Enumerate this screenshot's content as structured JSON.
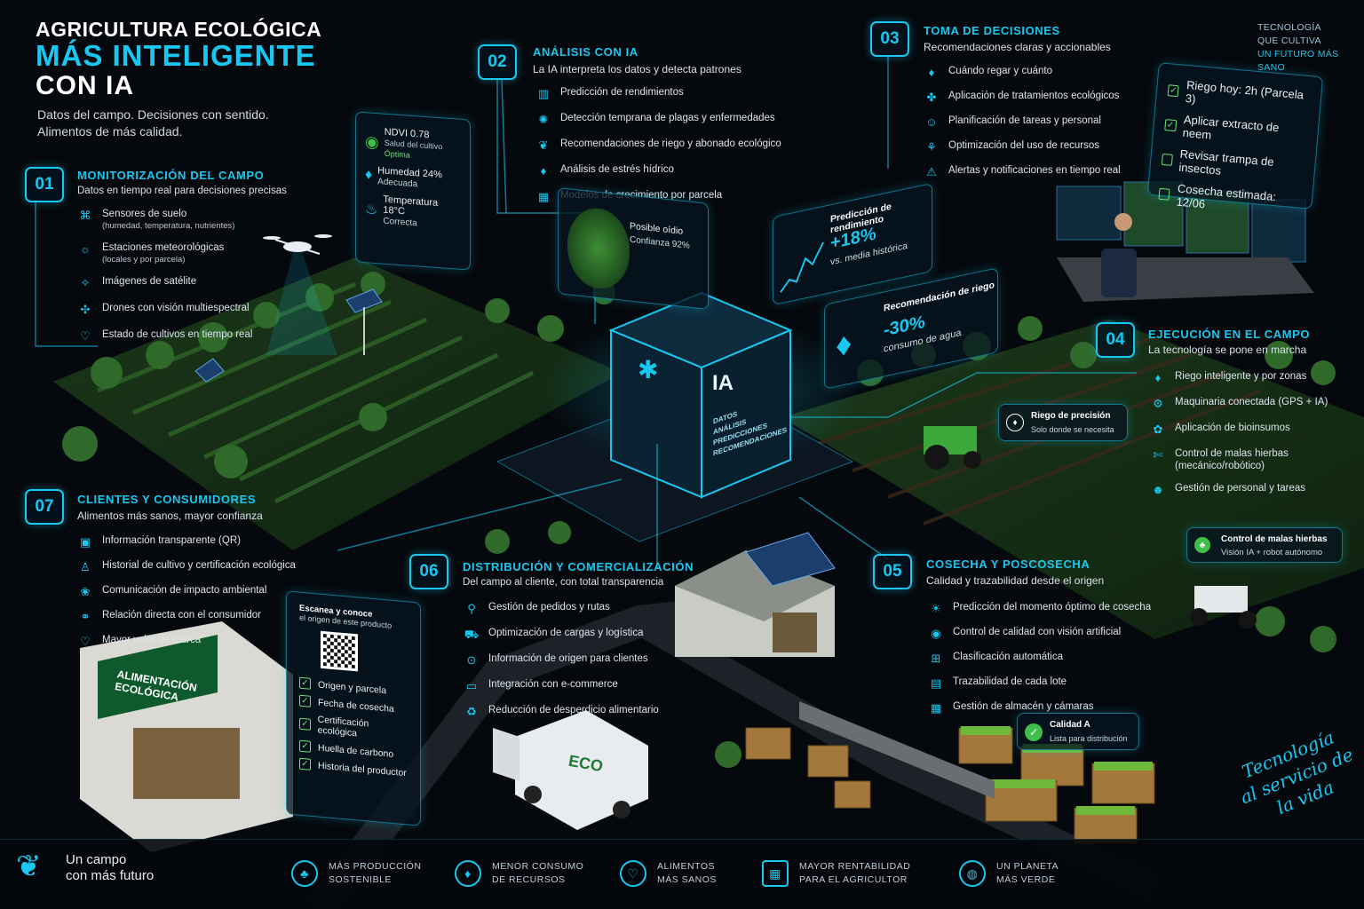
{
  "header": {
    "title_line1": "AGRICULTURA ECOLÓGICA",
    "title_line2": "MÁS INTELIGENTE",
    "title_line3": "CON IA",
    "subtitle_line1": "Datos del campo. Decisiones con sentido.",
    "subtitle_line2": "Alimentos de más calidad."
  },
  "tagline_top_right": {
    "line1": "TECNOLOGÍA",
    "line2": "QUE CULTIVA",
    "line3": "UN FUTURO MÁS SANO"
  },
  "sections": {
    "s01": {
      "number": "01",
      "title": "MONITORIZACIÓN DEL CAMPO",
      "subtitle": "Datos en tiempo real para decisiones precisas",
      "items": [
        {
          "label": "Sensores de suelo",
          "sub": "(humedad, temperatura, nutrientes)",
          "icon": "soil-sensor-icon"
        },
        {
          "label": "Estaciones meteorológicas",
          "sub": "(locales y por parcela)",
          "icon": "weather-icon"
        },
        {
          "label": "Imágenes de satélite",
          "sub": "",
          "icon": "satellite-icon"
        },
        {
          "label": "Drones con visión multiespectral",
          "sub": "",
          "icon": "drone-icon"
        },
        {
          "label": "Estado de cultivos en tiempo real",
          "sub": "",
          "icon": "crop-health-icon"
        }
      ]
    },
    "s02": {
      "number": "02",
      "title": "ANÁLISIS CON IA",
      "subtitle": "La IA interpreta los datos y detecta patrones",
      "items": [
        {
          "label": "Predicción de rendimientos",
          "icon": "chart-icon"
        },
        {
          "label": "Detección temprana de plagas y enfermedades",
          "icon": "bug-icon"
        },
        {
          "label": "Recomendaciones de riego y abonado ecológico",
          "icon": "sprout-icon"
        },
        {
          "label": "Análisis de estrés hídrico",
          "icon": "drop-icon"
        },
        {
          "label": "Modelos de crecimiento por parcela",
          "icon": "growth-icon"
        }
      ]
    },
    "s03": {
      "number": "03",
      "title": "TOMA DE DECISIONES",
      "subtitle": "Recomendaciones claras y accionables",
      "items": [
        {
          "label": "Cuándo regar y cuánto",
          "icon": "water-icon"
        },
        {
          "label": "Aplicación de tratamientos ecológicos",
          "icon": "treatment-icon"
        },
        {
          "label": "Planificación de tareas y personal",
          "icon": "people-icon"
        },
        {
          "label": "Optimización del uso de recursos",
          "icon": "resources-icon"
        },
        {
          "label": "Alertas y notificaciones en tiempo real",
          "icon": "alert-icon"
        }
      ]
    },
    "s04": {
      "number": "04",
      "title": "EJECUCIÓN EN EL CAMPO",
      "subtitle": "La tecnología se pone en marcha",
      "items": [
        {
          "label": "Riego inteligente y por zonas",
          "sub": "",
          "icon": "irrigation-icon"
        },
        {
          "label": "Maquinaria conectada (GPS + IA)",
          "sub": "",
          "icon": "tractor-icon"
        },
        {
          "label": "Aplicación de bioinsumos",
          "sub": "",
          "icon": "bio-icon"
        },
        {
          "label": "Control de malas hierbas",
          "sub": "(mecánico/robótico)",
          "icon": "weed-icon"
        },
        {
          "label": "Gestión de personal y tareas",
          "sub": "",
          "icon": "team-icon"
        }
      ]
    },
    "s05": {
      "number": "05",
      "title": "COSECHA Y POSCOSECHA",
      "subtitle": "Calidad y trazabilidad desde el origen",
      "items": [
        {
          "label": "Predicción del momento óptimo de cosecha",
          "icon": "sun-icon"
        },
        {
          "label": "Control de calidad con visión artificial",
          "icon": "vision-icon"
        },
        {
          "label": "Clasificación automática",
          "icon": "sort-icon"
        },
        {
          "label": "Trazabilidad de cada lote",
          "icon": "trace-icon"
        },
        {
          "label": "Gestión de almacén y cámaras",
          "icon": "warehouse-icon"
        }
      ]
    },
    "s06": {
      "number": "06",
      "title": "DISTRIBUCIÓN Y COMERCIALIZACIÓN",
      "subtitle": "Del campo al cliente, con total transparencia",
      "items": [
        {
          "label": "Gestión de pedidos y rutas",
          "icon": "route-icon"
        },
        {
          "label": "Optimización de cargas y logística",
          "icon": "truck-icon"
        },
        {
          "label": "Información de origen para clientes",
          "icon": "pin-icon"
        },
        {
          "label": "Integración con e-commerce",
          "icon": "ecommerce-icon"
        },
        {
          "label": "Reducción de desperdicio alimentario",
          "icon": "recycle-icon"
        }
      ]
    },
    "s07": {
      "number": "07",
      "title": "CLIENTES Y CONSUMIDORES",
      "subtitle": "Alimentos más sanos, mayor confianza",
      "items": [
        {
          "label": "Información transparente (QR)",
          "icon": "qr-icon"
        },
        {
          "label": "Historial de cultivo y certificación ecológica",
          "icon": "certificate-icon"
        },
        {
          "label": "Comunicación de impacto ambiental",
          "icon": "impact-icon"
        },
        {
          "label": "Relación directa con el consumidor",
          "icon": "handshake-icon"
        },
        {
          "label": "Mayor valor de marca",
          "icon": "heart-icon"
        }
      ]
    }
  },
  "sensor_panel": {
    "ndvi_label": "NDVI 0.78",
    "ndvi_sub": "Salud del cultivo",
    "ndvi_status": "Óptima",
    "humidity_label": "Humedad 24%",
    "humidity_status": "Adecuada",
    "temperature_label": "Temperatura 18°C",
    "temperature_status": "Correcta"
  },
  "disease_panel": {
    "title": "Posible oídio",
    "confidence": "Confianza 92%"
  },
  "yield_panel": {
    "title": "Predicción de rendimiento",
    "value": "+18%",
    "sub": "vs. media histórica"
  },
  "water_panel": {
    "title": "Recomendación de riego",
    "value": "-30%",
    "sub": "consumo de agua"
  },
  "ai_cube": {
    "label": "IA",
    "lines": [
      "DATOS",
      "ANÁLISIS",
      "PREDICCIONES",
      "RECOMENDACIONES"
    ]
  },
  "task_panel": {
    "tasks": [
      {
        "label": "Riego hoy: 2h (Parcela 3)",
        "checked": true
      },
      {
        "label": "Aplicar extracto de neem",
        "checked": true
      },
      {
        "label": "Revisar trampa de insectos",
        "checked": false
      },
      {
        "label": "Cosecha estimada: 12/06",
        "checked": false
      }
    ]
  },
  "precision_irrigation": {
    "title": "Riego de precisión",
    "sub": "Solo donde se necesita"
  },
  "weed_control": {
    "title": "Control de malas hierbas",
    "sub": "Visión IA + robot autónomo"
  },
  "quality_badge": {
    "title": "Calidad A",
    "sub": "Lista para distribución"
  },
  "store": {
    "sign_line1": "ALIMENTACIÓN",
    "sign_line2": "ECOLÓGICA"
  },
  "truck": {
    "label": "ECO"
  },
  "qr_panel": {
    "title": "Escanea y conoce",
    "sub": "el origen de este producto",
    "items": [
      "Origen y parcela",
      "Fecha de cosecha",
      "Certificación ecológica",
      "Huella de carbono",
      "Historia del productor"
    ]
  },
  "footer": {
    "tagline_line1": "Un campo",
    "tagline_line2": "con más futuro",
    "benefits": [
      {
        "line1": "MÁS PRODUCCIÓN",
        "line2": "SOSTENIBLE",
        "icon": "plant-icon"
      },
      {
        "line1": "MENOR CONSUMO",
        "line2": "DE RECURSOS",
        "icon": "water-drop-icon"
      },
      {
        "line1": "ALIMENTOS",
        "line2": "MÁS SANOS",
        "icon": "heart-icon"
      },
      {
        "line1": "MAYOR RENTABILIDAD",
        "line2": "PARA EL AGRICULTOR",
        "icon": "calculator-icon"
      },
      {
        "line1": "UN PLANETA",
        "line2": "MÁS VERDE",
        "icon": "globe-icon"
      }
    ],
    "script_line1": "Tecnología",
    "script_line2": "al servicio de",
    "script_line3": "la vida"
  },
  "colors": {
    "accent": "#18c8f0",
    "background": "#05080c",
    "green": "#3fbf4a"
  }
}
